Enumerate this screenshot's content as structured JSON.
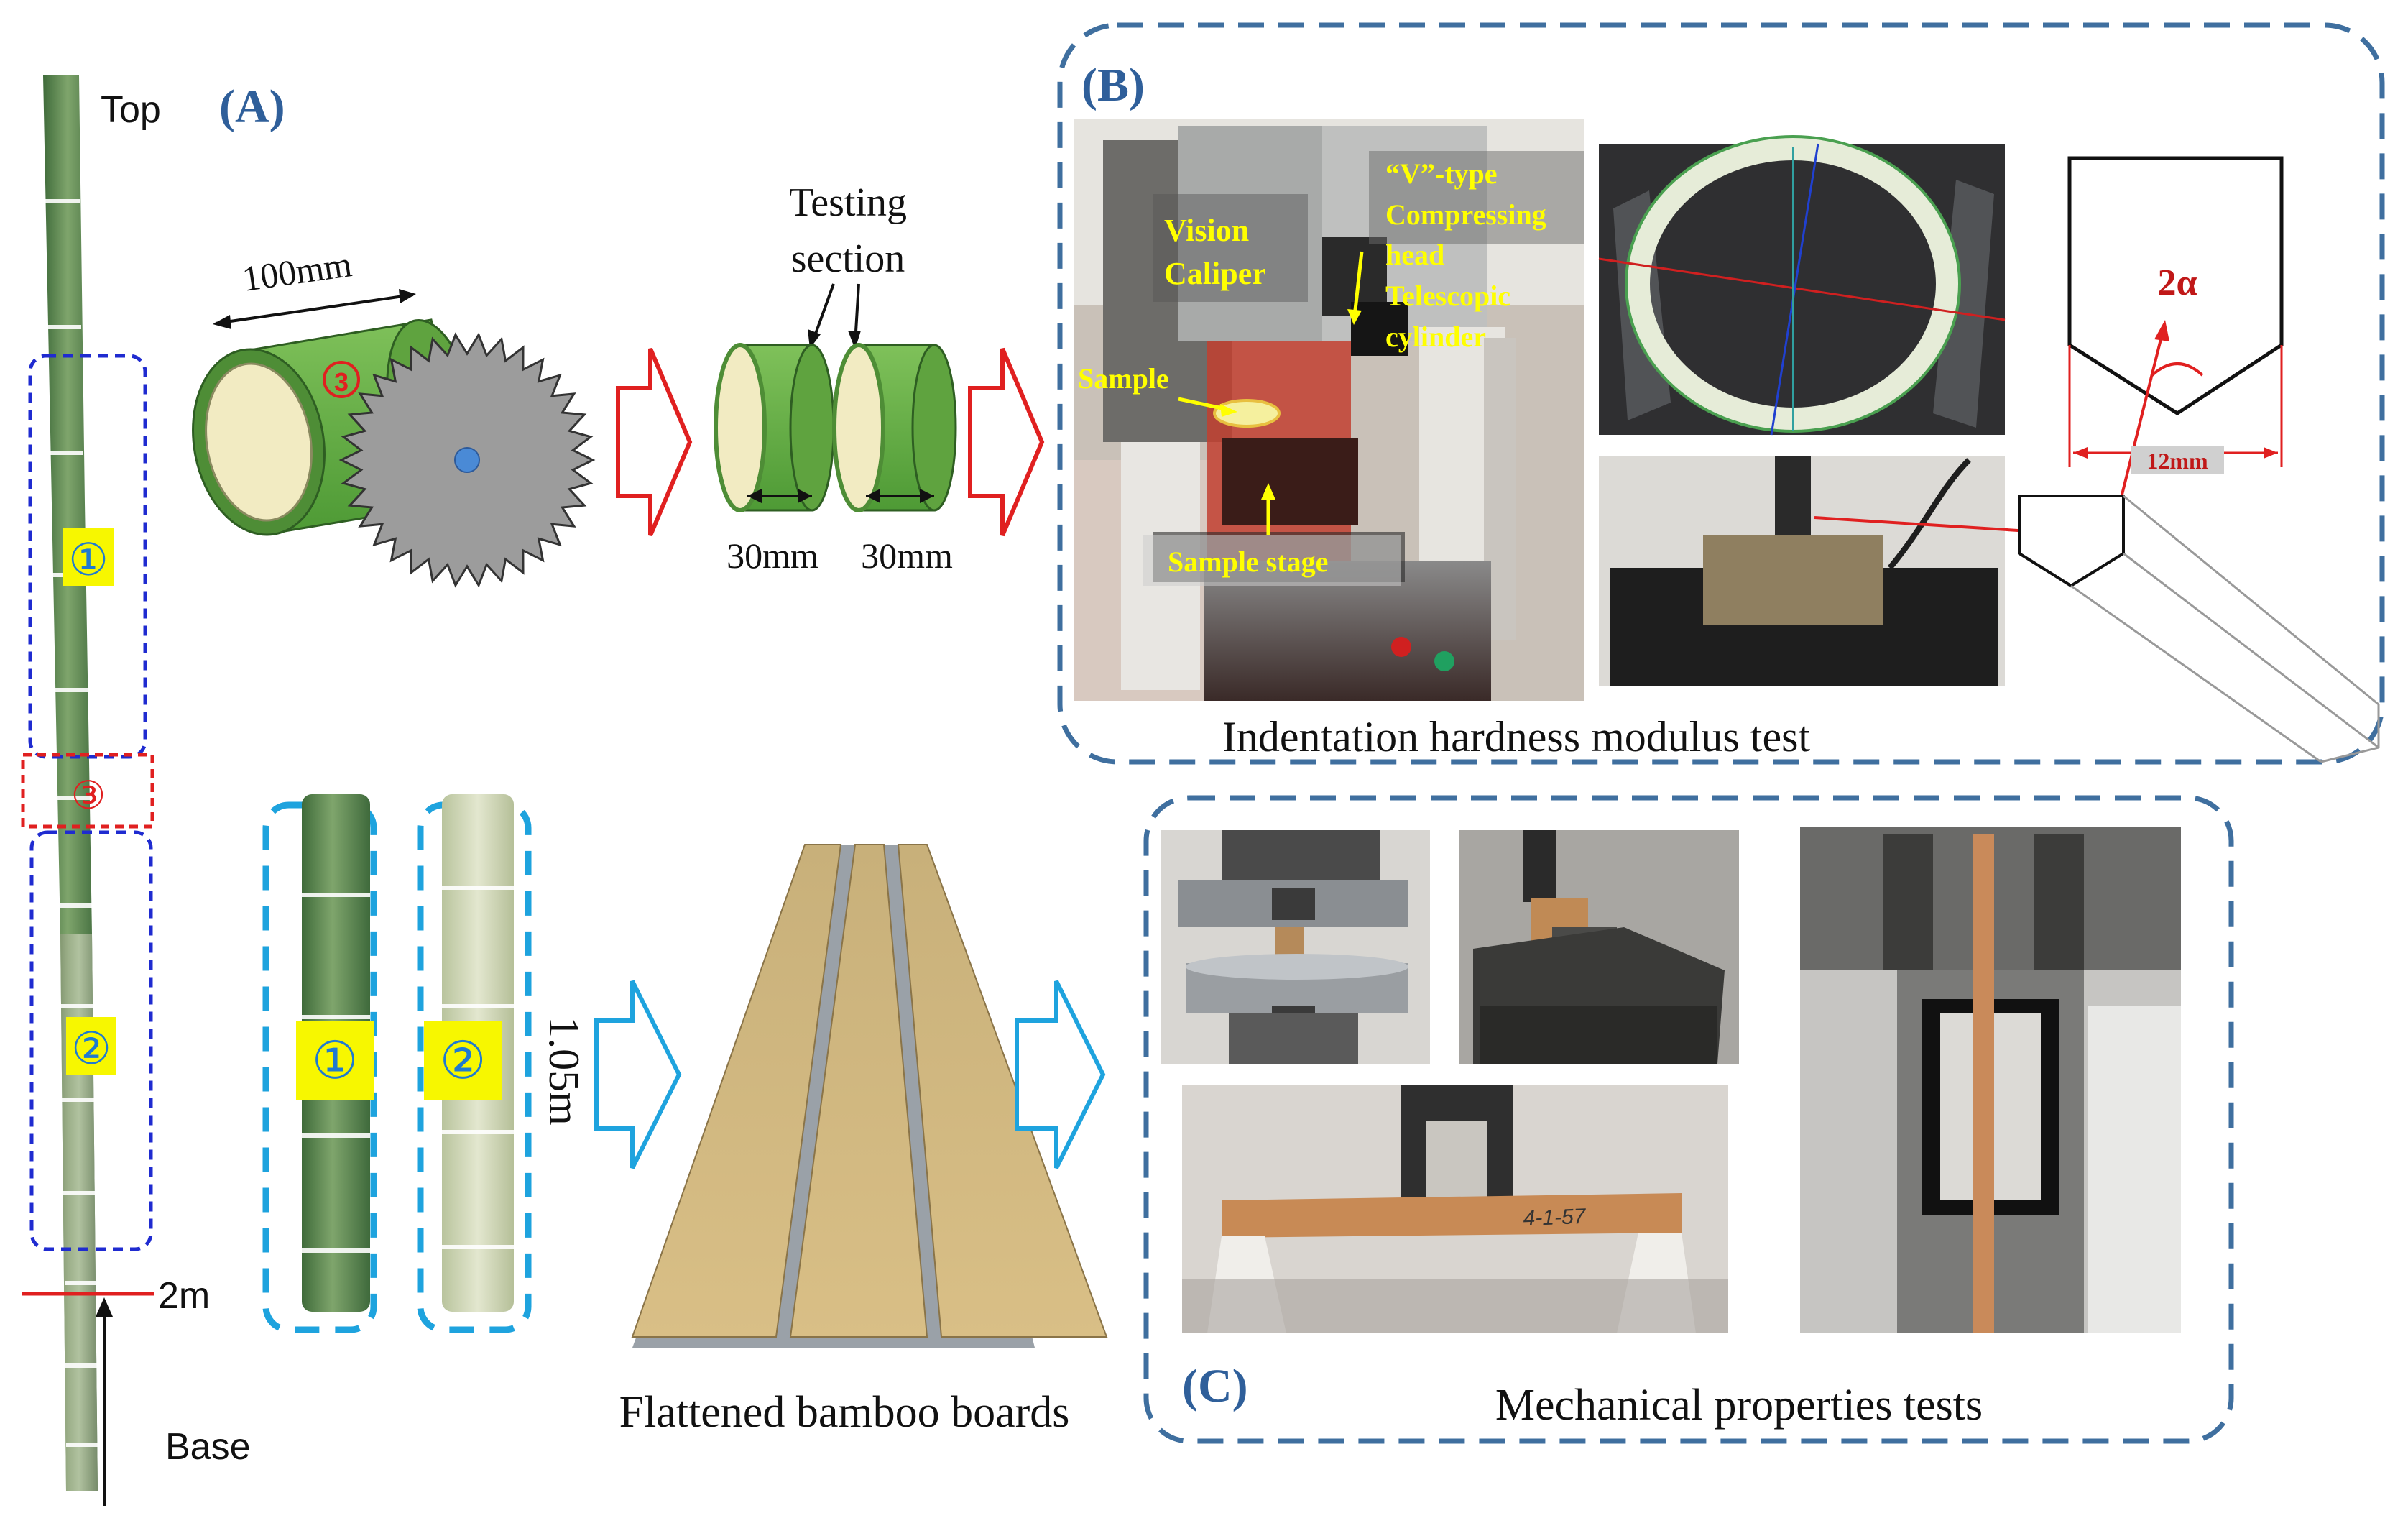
{
  "panel_labels": {
    "a": "(A)",
    "b": "(B)",
    "c": "(C)"
  },
  "culm": {
    "top": "Top",
    "base": "Base",
    "height_mark": "2m"
  },
  "circled": {
    "one": "①",
    "two": "②",
    "three": "③"
  },
  "cutting": {
    "length": "100mm",
    "testing_section": [
      "Testing",
      "section"
    ],
    "piece_lengths": [
      "30mm",
      "30mm"
    ]
  },
  "strips": {
    "length": "1.05m"
  },
  "boards": {
    "caption": "Flattened bamboo boards"
  },
  "indentation": {
    "caption": "Indentation hardness modulus test",
    "labels": {
      "vision_caliper": [
        "Vision",
        "Caliper"
      ],
      "v_head": [
        "“V”-type",
        "Compressing",
        "head"
      ],
      "telescopic": [
        "Telescopic",
        "cylinder"
      ],
      "sample": "Sample",
      "sample_stage": "Sample stage"
    },
    "angle": "2α",
    "head_width": "12mm"
  },
  "mechanical": {
    "caption": "Mechanical properties tests"
  },
  "colors": {
    "frame_blue": "#3f6f9f",
    "label_blue": "#2f5f9a",
    "arrow_red": "#e02020",
    "arrow_cyan": "#1ea3de",
    "bamboo_green": "#5a9a3a",
    "highlight_yellow": "#f7f700",
    "annotation_yellow": "#ffff00"
  }
}
